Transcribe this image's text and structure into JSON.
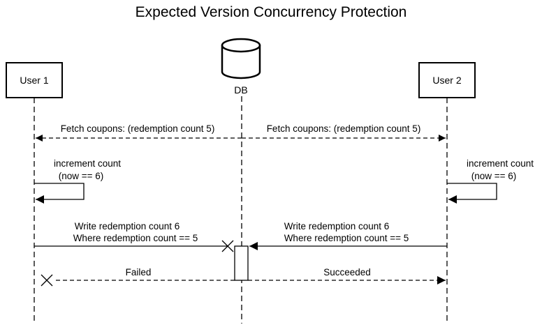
{
  "title": "Expected Version Concurrency Protection",
  "participants": {
    "user1": "User 1",
    "db": "DB",
    "user2": "User 2"
  },
  "messages": {
    "fetch_left": "Fetch coupons: (redemption count 5)",
    "fetch_right": "Fetch coupons: (redemption count 5)",
    "increment_left": [
      "increment count",
      "(now == 6)"
    ],
    "increment_right": [
      "increment count",
      "(now == 6)"
    ],
    "write_left": [
      "Write redemption count 6",
      "Where redemption count == 5"
    ],
    "write_right": [
      "Write redemption count 6",
      "Where redemption count == 5"
    ],
    "failed": "Failed",
    "succeeded": "Succeeded"
  },
  "colors": {
    "stroke": "#000000",
    "background": "#ffffff"
  }
}
